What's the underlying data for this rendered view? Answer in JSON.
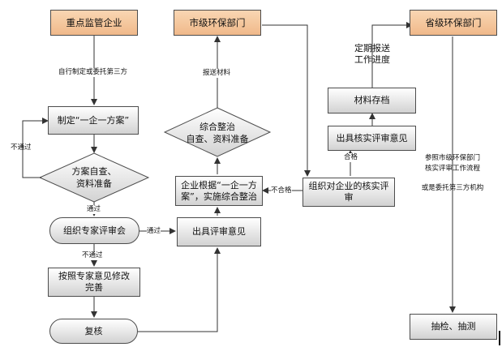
{
  "headers": {
    "enterprise": "重点监管企业",
    "city_epb": "市级环保部门",
    "province_epb": "省级环保部门"
  },
  "nodes": {
    "make_plan": "制定“一企一方案”",
    "self_check": "方案自查、\n资料准备",
    "expert_review": "组织专家评审会",
    "revise": "按照专家意见修改完善",
    "recheck": "复核",
    "issue_opinion": "出具评审意见",
    "implement": "企业根据“一企一方案”，实施综合整治",
    "rectify_check": "综合整治\n自查、资料准备",
    "verify_review": "组织对企业的核实评审",
    "issue_verify": "出具核实评审意见",
    "archive": "材料存档",
    "spot_check": "抽检、抽测"
  },
  "labels": {
    "self_or_third": "自行制定或委托第三方",
    "not_pass_left": "不通过",
    "pass_down": "通过",
    "pass_right": "通过",
    "not_pass_down": "不通过",
    "submit_materials": "报送材料",
    "unqualified": "不合格",
    "qualified": "合格",
    "report_progress": "定期报送\n工作进度"
  },
  "notes": {
    "line1": "参照市级环保部门",
    "line2": "核实评审工作流程",
    "line3": "或是委托第三方机构"
  },
  "colors": {
    "header_fill": "#f4c7a0",
    "box_fill": "#dcdcdc",
    "line": "#333333"
  }
}
